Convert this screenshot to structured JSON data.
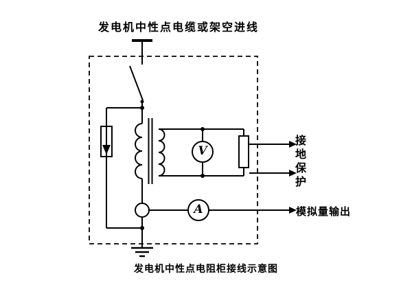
{
  "diagram": {
    "title": "发电机中性点电缆或架空进线",
    "caption": "发电机中性点电阻柜接线示意图",
    "meters": {
      "voltmeter": "V",
      "ammeter": "A"
    },
    "outputs": {
      "ground_protection": "接地保护",
      "analog_output": "模拟量输出"
    },
    "colors": {
      "line": "#000000",
      "background": "#ffffff"
    }
  }
}
